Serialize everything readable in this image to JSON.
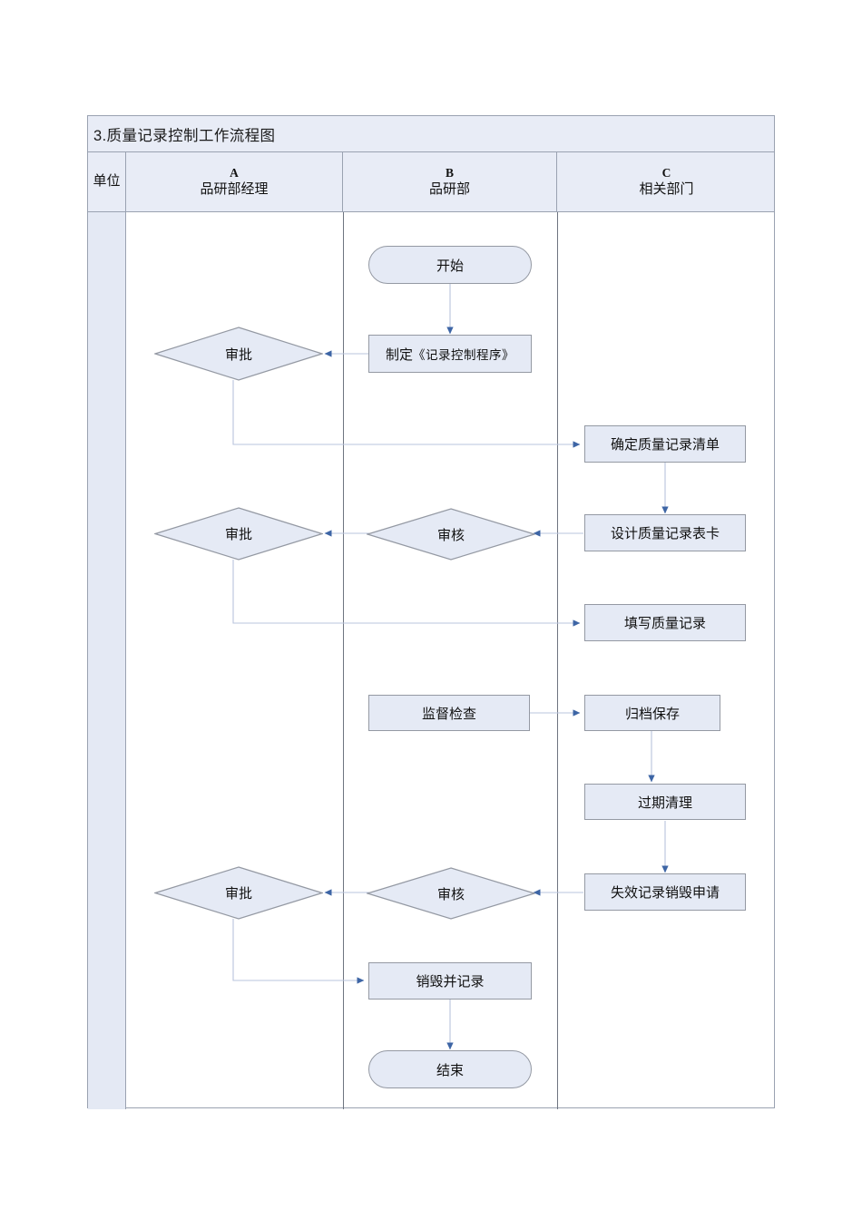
{
  "document": {
    "title": "3.质量记录控制工作流程图"
  },
  "table": {
    "headers": [
      {
        "code": "",
        "name": "单位"
      },
      {
        "code": "A",
        "name": "品研部经理"
      },
      {
        "code": "B",
        "name": "品研部"
      },
      {
        "code": "C",
        "name": "相关部门"
      }
    ]
  },
  "colors": {
    "node_fill": "#e5eaf5",
    "node_border": "#9499a3",
    "header_fill": "#e8ecf6",
    "lane_fill": "#e4e9f4",
    "table_border": "#9aa2b1",
    "connector": "#b9c4dd",
    "arrowhead": "#3d65a5"
  },
  "nodes": [
    {
      "id": "start",
      "lane": "B",
      "type": "terminator",
      "label": "开始"
    },
    {
      "id": "make-proc",
      "lane": "B",
      "type": "process",
      "label": "制定《记录控制程序》",
      "label_main": "制定",
      "label_quoted": "《记录控制程序》"
    },
    {
      "id": "approve-1",
      "lane": "A",
      "type": "decision",
      "label": "审批"
    },
    {
      "id": "record-list",
      "lane": "C",
      "type": "process",
      "label": "确定质量记录清单"
    },
    {
      "id": "review-1",
      "lane": "B",
      "type": "decision",
      "label": "审核"
    },
    {
      "id": "approve-2",
      "lane": "A",
      "type": "decision",
      "label": "审批"
    },
    {
      "id": "design-card",
      "lane": "C",
      "type": "process",
      "label": "设计质量记录表卡"
    },
    {
      "id": "fill-record",
      "lane": "C",
      "type": "process",
      "label": "填写质量记录"
    },
    {
      "id": "supervise",
      "lane": "B",
      "type": "process",
      "label": "监督检查"
    },
    {
      "id": "archive",
      "lane": "C",
      "type": "process",
      "label": "归档保存"
    },
    {
      "id": "expire",
      "lane": "C",
      "type": "process",
      "label": "过期清理"
    },
    {
      "id": "destroy-req",
      "lane": "C",
      "type": "process",
      "label": "失效记录销毁申请"
    },
    {
      "id": "review-2",
      "lane": "B",
      "type": "decision",
      "label": "审核"
    },
    {
      "id": "approve-3",
      "lane": "A",
      "type": "decision",
      "label": "审批"
    },
    {
      "id": "destroy-log",
      "lane": "B",
      "type": "process",
      "label": "销毁并记录"
    },
    {
      "id": "end",
      "lane": "B",
      "type": "terminator",
      "label": "结束"
    }
  ],
  "edges": [
    {
      "from": "start",
      "to": "make-proc"
    },
    {
      "from": "make-proc",
      "to": "approve-1"
    },
    {
      "from": "approve-1",
      "to": "record-list"
    },
    {
      "from": "record-list",
      "to": "design-card"
    },
    {
      "from": "design-card",
      "to": "review-1"
    },
    {
      "from": "review-1",
      "to": "approve-2"
    },
    {
      "from": "approve-2",
      "to": "fill-record"
    },
    {
      "from": "supervise",
      "to": "archive"
    },
    {
      "from": "archive",
      "to": "expire"
    },
    {
      "from": "expire",
      "to": "destroy-req"
    },
    {
      "from": "destroy-req",
      "to": "review-2"
    },
    {
      "from": "review-2",
      "to": "approve-3"
    },
    {
      "from": "approve-3",
      "to": "destroy-log"
    },
    {
      "from": "destroy-log",
      "to": "end"
    }
  ]
}
